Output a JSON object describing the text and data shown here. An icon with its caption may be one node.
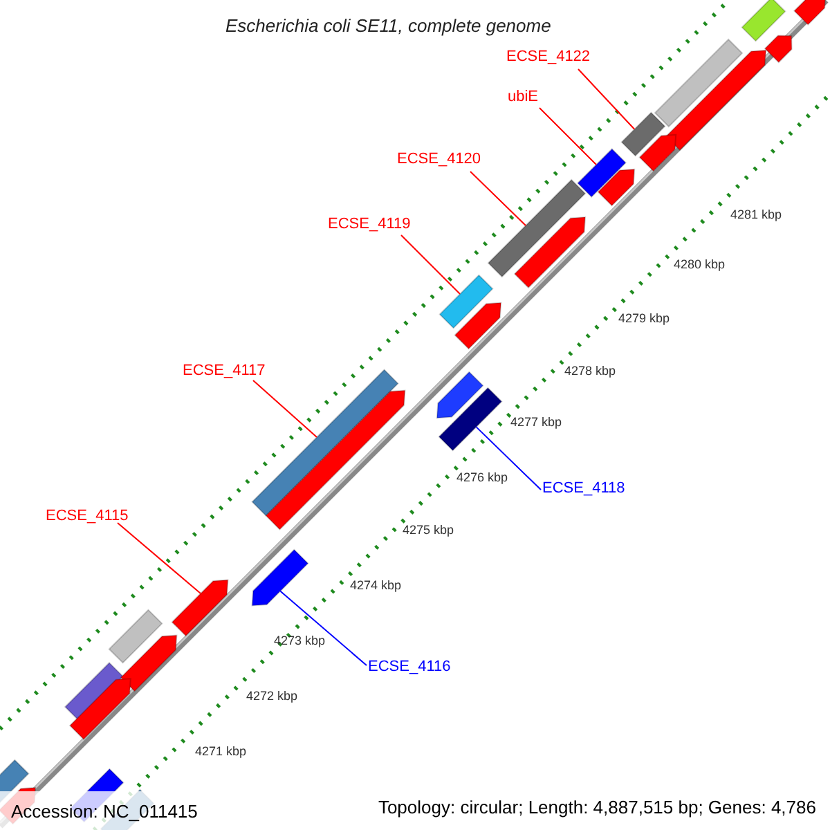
{
  "diagram": {
    "title": "Escherichia coli SE11, complete genome",
    "nodes": [
      {
        "text": [
          "ECSE_4122"
        ]
      },
      {
        "text": [
          "ubiE"
        ]
      },
      {
        "text": [
          "ECSE_4120"
        ]
      },
      {
        "text": [
          "ECSE_4119"
        ]
      },
      {
        "text": [
          "ECSE_4117"
        ]
      },
      {
        "text": [
          "ECSE_4115"
        ]
      },
      {
        "text": [
          "ECSE_4118"
        ]
      },
      {
        "text": [
          "ECSE_4116"
        ]
      },
      {
        "text": [],
        "shape": "bar"
      },
      {
        "text": [],
        "shape": "bar"
      },
      {
        "text": [],
        "shape": "bar"
      },
      {
        "text": [],
        "shape": "bar"
      },
      {
        "text": [],
        "shape": "bar"
      },
      {
        "text": [],
        "shape": "arrow"
      },
      {
        "text": [],
        "shape": "bar"
      },
      {
        "text": [],
        "shape": "arrow"
      },
      {
        "text": [],
        "shape": "bar"
      },
      {
        "text": [],
        "shape": "bar"
      },
      {
        "text": [],
        "shape": "bar"
      },
      {
        "text": [],
        "shape": "bar"
      },
      {
        "text": [],
        "shape": "bar"
      },
      {
        "text": [],
        "shape": "arrow"
      },
      {
        "text": [],
        "shape": "arrow"
      },
      {
        "text": [],
        "shape": "arrow"
      },
      {
        "text": [],
        "shape": "arrow"
      },
      {
        "text": [],
        "shape": "arrow"
      },
      {
        "text": [],
        "shape": "arrow"
      },
      {
        "text": [],
        "shape": "arrow"
      },
      {
        "text": [],
        "shape": "arrow"
      },
      {
        "text": [],
        "shape": "arrow"
      },
      {
        "text": [],
        "shape": "arrow"
      },
      {
        "text": [],
        "shape": "arrow"
      },
      {
        "text": [],
        "shape": "arrow"
      },
      {
        "text": [],
        "shape": "bar"
      },
      {
        "text": [],
        "shape": "bar"
      }
    ],
    "edges": [
      {
        "from": 0,
        "to": 8,
        "arrow": "none"
      },
      {
        "from": 1,
        "to": 9,
        "arrow": "none"
      },
      {
        "from": 2,
        "to": 10,
        "arrow": "none"
      },
      {
        "from": 3,
        "to": 11,
        "arrow": "none"
      },
      {
        "from": 4,
        "to": 12,
        "arrow": "none"
      },
      {
        "from": 5,
        "to": 13,
        "arrow": "none"
      },
      {
        "from": 6,
        "to": 14,
        "arrow": "none",
        "color": "#0000ff"
      },
      {
        "from": 7,
        "to": 15,
        "arrow": "none",
        "color": "#0000ff"
      }
    ],
    "labels": [
      "4271 kbp",
      "4272 kbp",
      "4273 kbp",
      "4274 kbp",
      "4275 kbp",
      "4276 kbp",
      "4277 kbp",
      "4278 kbp",
      "4279 kbp",
      "4280 kbp",
      "4281 kbp",
      "Accession: NC_011415",
      "Topology: circular; Length: 4,887,515 bp; Genes: 4,786"
    ]
  }
}
